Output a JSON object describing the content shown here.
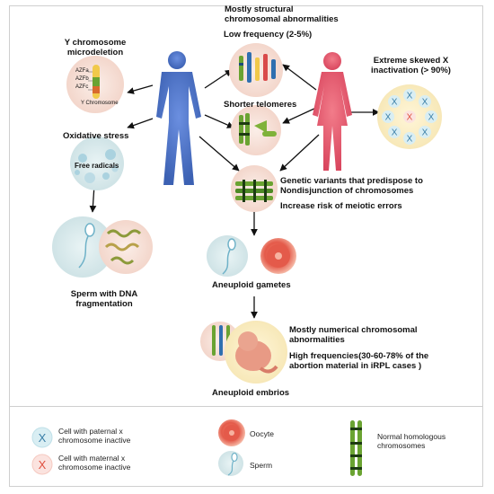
{
  "diagram": {
    "top_title": [
      "Mostly structural",
      "chromosomal abnormalities"
    ],
    "low_frequency": "Low frequency (2-5%)",
    "y_microdeletion": [
      "Y chromosome",
      "microdeletion"
    ],
    "y_chromosome_labels": {
      "azf": [
        "AZFa",
        "AZFb",
        "AZFc"
      ],
      "caption": "Y Chromosome"
    },
    "oxidative_stress": "Oxidative stress",
    "free_radicals": "Free radicals",
    "shorter_telomeres": "Shorter telomeres",
    "skewed_x": [
      "Extreme skewed X",
      "inactivation (> 90%)"
    ],
    "genetic_variants": [
      "Genetic variants that predispose to",
      "Nondisjunction of chromosomes"
    ],
    "meiotic_errors": "Increase risk of meiotic errors",
    "sperm_dna": [
      "Sperm with DNA",
      "fragmentation"
    ],
    "aneuploid_gametes": "Aneuploid gametes",
    "numerical_abnormalities": [
      "Mostly numerical chromosomal",
      "abnormalities"
    ],
    "high_frequencies": [
      "High frequencies(30-60-78% of the",
      "abortion material in iRPL cases )"
    ],
    "aneuploid_embrios": "Aneuploid embrios"
  },
  "legend": {
    "paternal": [
      "Cell with paternal x",
      "chromosome inactive"
    ],
    "maternal": [
      "Cell with maternal x",
      "chromosome inactive"
    ],
    "oocyte": "Oocyte",
    "sperm": "Sperm",
    "normal_chromosomes": [
      "Normal homologous",
      "chromosomes"
    ]
  },
  "colors": {
    "male": "#4a72c4",
    "female": "#e0566b",
    "paternal_x": "#3a7fa8",
    "maternal_x": "#e0503f",
    "chromosome_green": "#6aa332",
    "circle_bg": "#f6e2d8"
  }
}
